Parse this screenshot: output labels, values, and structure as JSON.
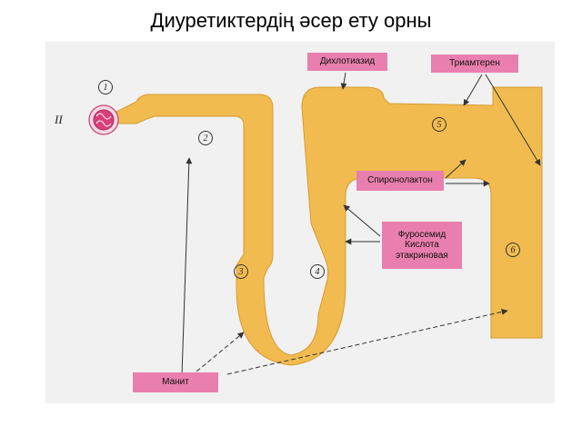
{
  "title": "Диуретиктердің әсер ету орны",
  "colors": {
    "tubule": "#f1bb50",
    "tubule_edge": "#d79a30",
    "label_bg": "#e97fae",
    "glomerulus": "#d9407a",
    "arrow": "#333333"
  },
  "diagram": {
    "roman_label": "II",
    "segments": [
      "1",
      "2",
      "3",
      "4",
      "5",
      "6"
    ],
    "drugs": {
      "dichlothiazide": "Дихлотиазид",
      "triamterene": "Триамтерен",
      "spironolactone": "Спиронолактон",
      "furosemide_line1": "Фуросемид",
      "furosemide_line2": "Кислота",
      "furosemide_line3": "этакриновая",
      "mannitol": "Манит"
    }
  }
}
